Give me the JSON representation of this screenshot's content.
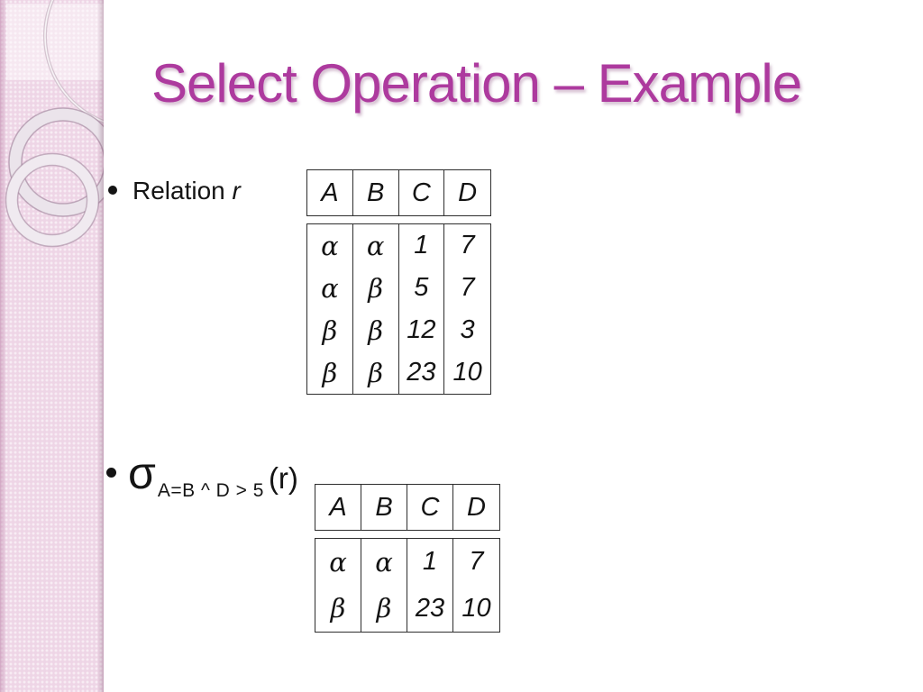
{
  "slide": {
    "title": "Select Operation – Example",
    "colors": {
      "title_accent": "#AD3A9E",
      "sidebar_pink": "#EED5E6",
      "text": "#141414",
      "table_border": "#2E2E2E"
    },
    "bullets": {
      "relation": {
        "prefix": "Relation ",
        "name": "r"
      },
      "selection": {
        "sigma": "σ",
        "condition": "A=B ^ D > 5",
        "argument": "(r)"
      }
    }
  },
  "relation_table": {
    "headers": [
      "A",
      "B",
      "C",
      "D"
    ],
    "rows": [
      [
        "α",
        "α",
        "1",
        "7"
      ],
      [
        "α",
        "β",
        "5",
        "7"
      ],
      [
        "β",
        "β",
        "12",
        "3"
      ],
      [
        "β",
        "β",
        "23",
        "10"
      ]
    ]
  },
  "result_table": {
    "headers": [
      "A",
      "B",
      "C",
      "D"
    ],
    "rows": [
      [
        "α",
        "α",
        "1",
        "7"
      ],
      [
        "β",
        "β",
        "23",
        "10"
      ]
    ]
  }
}
